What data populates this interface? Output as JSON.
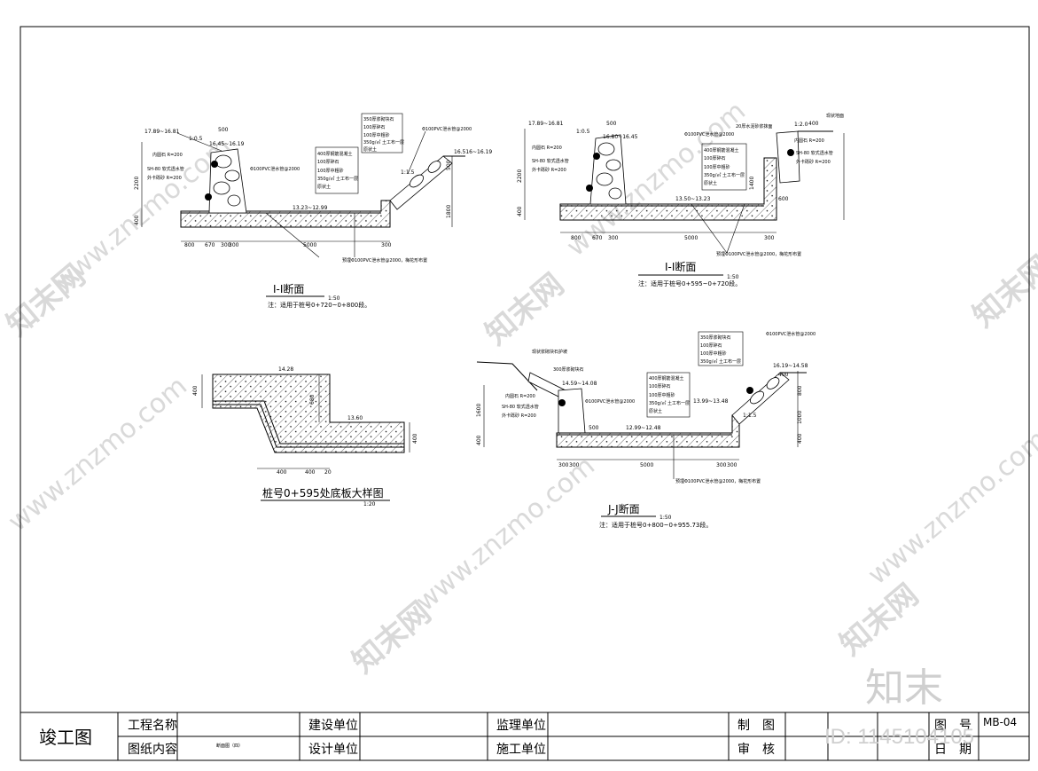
{
  "watermark": {
    "brand_cn": "知末网",
    "brand_url": "www.znzmo.com",
    "corner_logo": "知末",
    "id_text": "ID: 1145104105"
  },
  "title_block": {
    "stamp": "竣工图",
    "project_name_label": "工程名称",
    "drawing_content_label": "图纸内容",
    "drawing_content_value": "断面图（四）",
    "owner_label": "建设单位",
    "design_label": "设计单位",
    "supervisor_label": "监理单位",
    "construction_label": "施工单位",
    "drawn_label": "制　图",
    "check_label": "审　核",
    "fig_no_label": "图　号",
    "date_label": "日　期",
    "fig_no_value": "MB-04"
  },
  "sections": {
    "s1": {
      "title": "I-I断面",
      "scale": "1:50",
      "note": "注：适用于桩号0+720~0+800段。",
      "level_top_left": "17.89~16.81",
      "level_top_mid": "16.45~16.19",
      "level_right": "16.516~16.19",
      "level_bottom": "13.23~12.99",
      "slope": "1:0.5",
      "slope_right": "1:1.5",
      "dim_top": "500",
      "dim_left_h": "2200",
      "dim_left_b": "400",
      "dim_right_h": "1800",
      "dim_right_t": "500",
      "dims_bottom": [
        "800",
        "670",
        "300",
        "300",
        "5000",
        "300"
      ],
      "label_inner": "内圆石 R=200",
      "label_drain": "SH-80 软式透水管",
      "label_outer": "外卡砾砂 R=200",
      "label_pvc": "Φ100PVC泄水管@2000",
      "label_pvc_r": "Φ100PVC泄水管@2000",
      "layers_top": [
        "350厚浆砌块石",
        "100厚碎石",
        "100厚中粗砂",
        "350g/㎡ 土工布一层",
        "原状土"
      ],
      "layers_bottom": [
        "400厚钢筋混凝土",
        "100厚碎石",
        "100厚中粗砂",
        "350g/㎡ 土工布一层",
        "原状土"
      ],
      "label_bottom_note": "预埋Φ100PVC泄水管@2000，梅花形布置"
    },
    "s2": {
      "title": "I-I断面",
      "scale": "1:50",
      "note": "注：适用于桩号0+595~0+720段。",
      "level_top_left": "17.89~16.81",
      "level_top_mid": "16.80~16.45",
      "level_bottom": "13.50~13.23",
      "slope": "1:0.5",
      "slope_right": "1:2.0",
      "dim_top": "500",
      "dim_right_top": "400",
      "dim_left_h": "2200",
      "dim_left_b": "400",
      "dim_right_h": "1400",
      "dim_right_b": "600",
      "dims_bottom": [
        "800",
        "670",
        "300",
        "5000",
        "300"
      ],
      "label_top_right": "现状地面",
      "label_top_right2": "20厚水泥砂浆抹面",
      "label_inner": "内圆石 R=200",
      "label_drain": "SH-80 软式透水管",
      "label_outer": "外卡砾砂 R=200",
      "label_pvc": "Φ100PVC泄水管@2000",
      "layers_bottom": [
        "400厚钢筋混凝土",
        "100厚碎石",
        "100厚中粗砂",
        "350g/㎡ 土工布一层",
        "原状土"
      ],
      "label_bottom_note": "预埋Φ100PVC泄水管@2000，梅花形布置"
    },
    "s3": {
      "title": "桩号0+595处底板大样图",
      "scale": "1:20",
      "level_top": "14.28",
      "level_bottom": "13.60",
      "dim_left": "400",
      "dim_mid": "680",
      "dim_right": "400",
      "dims_bottom": [
        "400",
        "400",
        "20"
      ]
    },
    "s4": {
      "title": "J-J断面",
      "scale": "1:50",
      "note": "注：适用于桩号0+800~0+955.73段。",
      "label_slope": "现状浆砌块石护坡",
      "label_300": "300厚浆砌块石",
      "level_left": "14.59~14.08",
      "level_right": "16.19~14.58",
      "level_bottom": "12.99~12.48",
      "level_bottom_r": "13.99~13.48",
      "slope": "1:1.5",
      "dim_left_h": "1600",
      "dim_left_b": "400",
      "dim_left_t": "500",
      "dim_right_a": "800",
      "dim_right_b": "1000",
      "dim_right_c": "400",
      "dim_right_top": "400",
      "dims_bottom": [
        "300",
        "300",
        "5000",
        "300",
        "300"
      ],
      "label_inner": "内圆石 R=200",
      "label_drain": "SH-80 软式透水管",
      "label_outer": "外卡砾砂 R=200",
      "label_pvc": "Φ100PVC泄水管@2000",
      "label_pvc_r": "Φ100PVC泄水管@2000",
      "layers_top": [
        "350厚浆砌块石",
        "100厚碎石",
        "100厚中粗砂",
        "350g/㎡ 土工布一层"
      ],
      "layers_bottom": [
        "400厚钢筋混凝土",
        "100厚碎石",
        "100厚中粗砂",
        "350g/㎡ 土工布一层",
        "原状土"
      ],
      "label_bottom_note": "预埋Φ100PVC泄水管@2000，梅花形布置"
    }
  }
}
